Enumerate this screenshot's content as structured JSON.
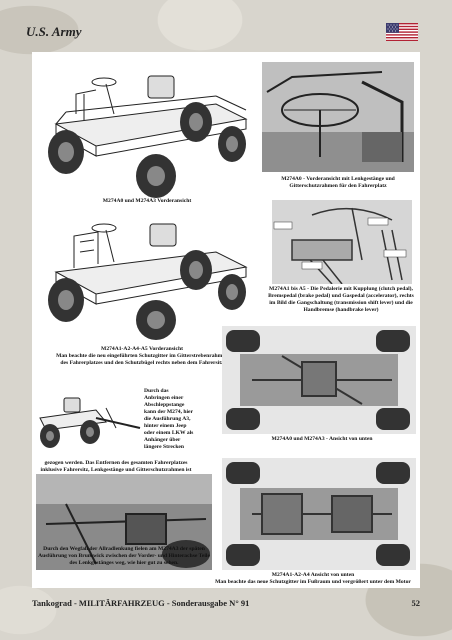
{
  "header": {
    "title": "U.S. Army"
  },
  "captions": {
    "fig1": "M274A0 und M274A3 Vorderansicht",
    "fig2": "M274A0 - Vorderansicht mit Lenkgestänge und Gitterschutzrahmen für den Fahrerplatz",
    "fig3": "M274A1 bis A5 - Die Pedalerie mit Kupplung (clutch pedal), Bremspedal (brake pedal) und Gaspedal (accelerator), rechts im Bild die Gangschaltung (transmission shift lever) und die Handbremse (handbrake lever)",
    "fig4": "M274A1-A2-A4-A5 Vorderansicht\nMan beachte die neu eingeführten Schutzgitter im Gitterstrebenrahmen des Fahrerplatzes und den Schutzbügel rechts neben dem Fahrersitz",
    "fig5_side": "Durch das Anbringen einer Abschleppstange kann der M274, hier die Ausführung A3, hinter einem Jeep oder einem LKW als Anhänger über längere Strecken",
    "fig5_bottom": "gezogen werden. Das Entfernen des gesamten Fahrerplatzes inklusive Fahrersitz, Lenkgestänge und Gitterschutzrahmen ist ebenfalls möglich.",
    "fig6": "M274A0 und M274A3 - Ansicht von unten",
    "fig7": "Durch den Wegfall der Allradlenkung fielen am M274A3 der späten Ausführung von Brunswick zwischen der Vorder- und Hinterachse Teile des Lenkgestänges weg, wie hier gut zu sehen.",
    "fig8": "M274A1-A2-A4 Ansicht von unten\nMan beachte das neue Schutzgitter im Fußraum und vergrößert unter dem Motor"
  },
  "footer": {
    "text": "Tankograd - MILITÄRFAHRZEUG - Sonderausgabe N° 91",
    "page": "52"
  }
}
